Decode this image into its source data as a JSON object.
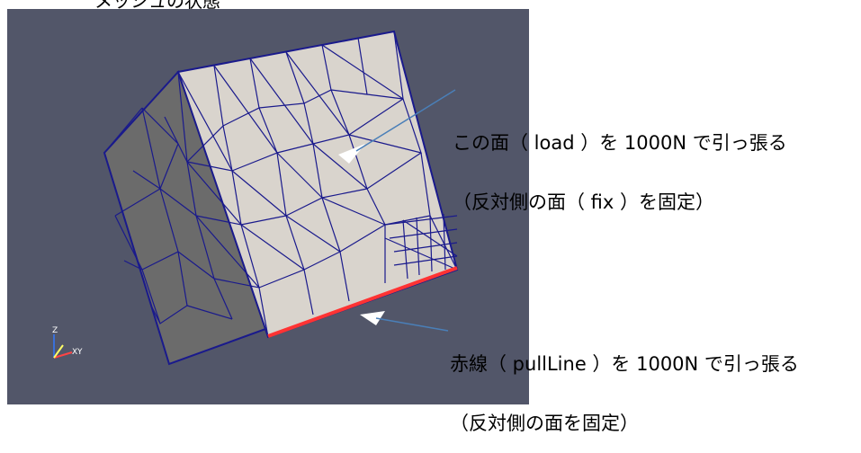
{
  "header": {
    "caption": "メッシュの状態"
  },
  "viewport": {
    "background": "#525669",
    "face_front": "#d9d4cd",
    "face_side": "#6b6b6b",
    "mesh_color": "#1a1a8c",
    "highlight_edge_color": "#ff3333",
    "axes": {
      "z": "Z",
      "x": "X",
      "y": "Y"
    }
  },
  "annotations": {
    "load": {
      "line1": "この面（ load ）を 1000N で引っ張る",
      "line2": "（反対側の面（ fix ）を固定）"
    },
    "pull": {
      "line1": "赤線（ pullLine ）を 1000N で引っ張る",
      "line2": "（反対側の面を固定）"
    }
  }
}
